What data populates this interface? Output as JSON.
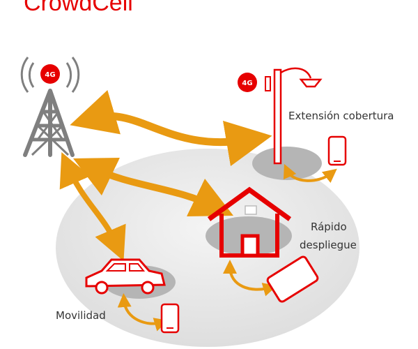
{
  "title": "CrowdCell",
  "colors": {
    "brand_red": "#e60000",
    "arrow_orange": "#e99a12",
    "tower_gray": "#7f7f7f",
    "ellipse_gray": "#e4e4e4",
    "shadow_gray": "#b5b5b5"
  },
  "badges": {
    "tower": "4G",
    "streetlight": "4G"
  },
  "labels": {
    "extension": "Extensión cobertura",
    "rapido": "Rápido",
    "despliegue": "despliegue",
    "movilidad": "Movilidad"
  },
  "icons": [
    "cell-tower-icon",
    "street-light-icon",
    "house-icon",
    "car-icon",
    "smartphone-icon",
    "tablet-icon"
  ]
}
